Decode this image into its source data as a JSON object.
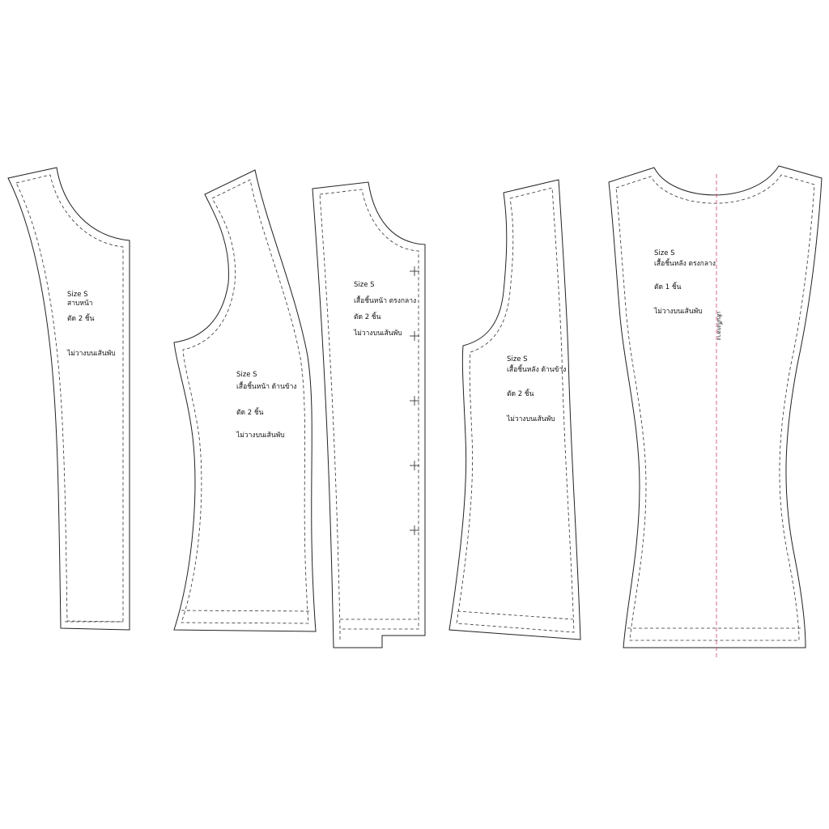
{
  "pieces": [
    {
      "size": "Size S",
      "name": "สาบหน้า",
      "cut": "ตัด 2 ชิ้น",
      "note": "ไม่วางบนเส้นพับ"
    },
    {
      "size": "Size S",
      "name": "เสื้อชิ้นหน้า ด้านข้าง",
      "cut": "ตัด 2 ชิ้น",
      "note": "ไม่วางบนเส้นพับ"
    },
    {
      "size": "Size S",
      "name": "เสื้อชิ้นหน้า ตรงกลาง",
      "cut": "ตัด 2 ชิ้น",
      "note": "ไม่วางบนเส้นพับ"
    },
    {
      "size": "Size S",
      "name": "เสื้อชิ้นหลัง ด้านข้าง",
      "cut": "ตัด 2 ชิ้น",
      "note": "ไม่วางบนเส้นพับ"
    },
    {
      "size": "Size S",
      "name": "เสื้อชิ้นหลัง ตรงกลาง",
      "cut": "ตัด 1 ชิ้น",
      "note": "ไม่วางบนเส้นพับ"
    }
  ],
  "center_line_label": "เส้นกึ่งกลาง",
  "colors": {
    "outline": "#222222",
    "center_line": "#d0407a"
  }
}
